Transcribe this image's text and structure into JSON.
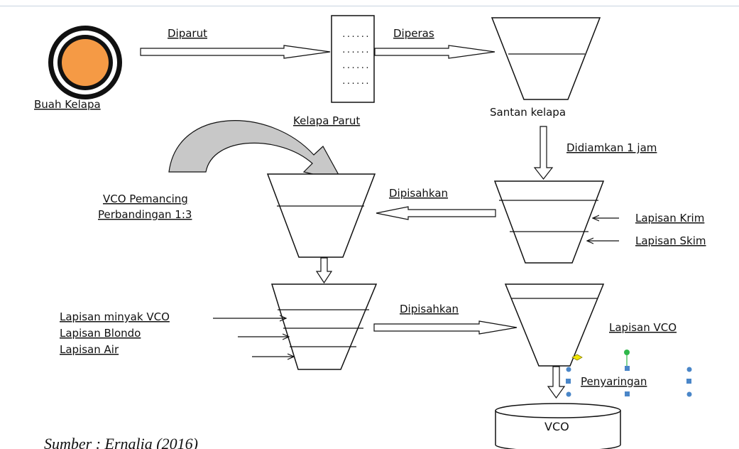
{
  "labels": {
    "buah_kelapa": "Buah Kelapa",
    "diparut": "Diparut",
    "kelapa_parut": "Kelapa  Parut",
    "diperas": "Diperas",
    "santan_kelapa": "Santan kelapa",
    "didiamkan": "Didiamkan 1 jam",
    "dipisahkan_1": "Dipisahkan",
    "lapisan_krim": "Lapisan Krim",
    "lapisan_skim": "Lapisan Skim",
    "vco_pemancing": "VCO Pemancing",
    "perbandingan": "Perbandingan  1:3",
    "lapisan_minyak_vco": "Lapisan minyak  VCO",
    "lapisan_blondo": "Lapisan Blondo",
    "lapisan_air": "Lapisan Air",
    "dipisahkan_2": "Dipisahkan",
    "lapisan_vco": "Lapisan VCO",
    "penyaringan": "Penyaringan",
    "vco": "VCO",
    "source": "Sumber : Ernalia (2016)"
  },
  "grater_dots": [
    "......",
    "......",
    "......",
    "......"
  ],
  "colors": {
    "coconut_fill": "#f59a45",
    "coconut_ring": "#111111",
    "curved_arrow_fill": "#c8c8c8",
    "handle_blue": "#4a86c8",
    "handle_green": "#2fb84a",
    "handle_yellow": "#f2e600",
    "wavy_underline": "#d02020"
  }
}
